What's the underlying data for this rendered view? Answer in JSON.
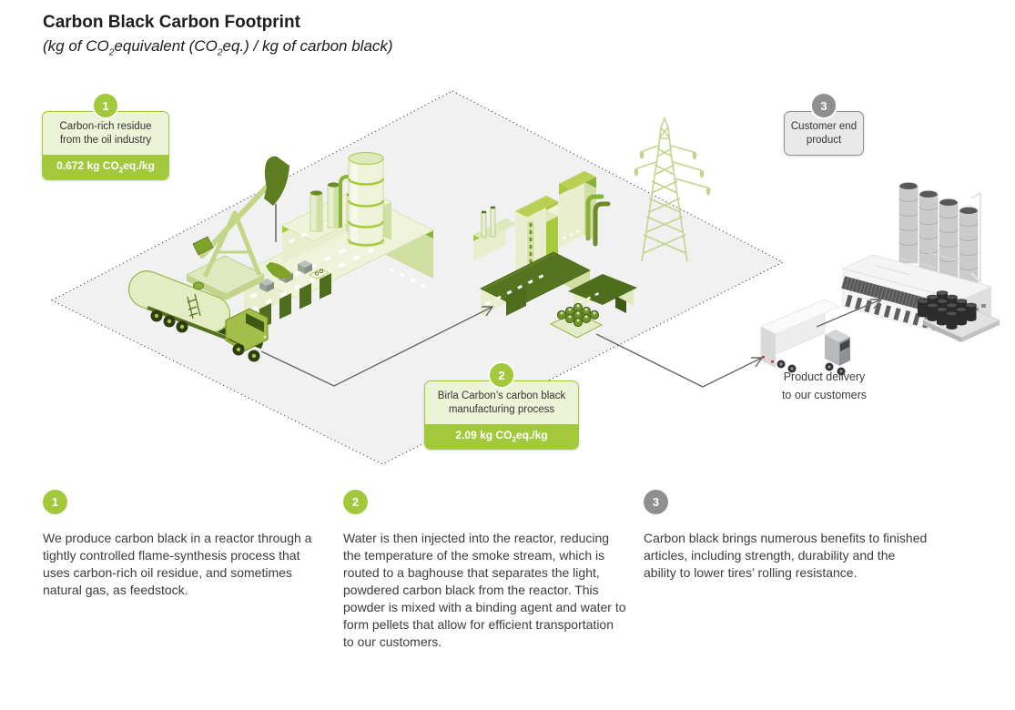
{
  "header": {
    "title": "Carbon Black Carbon Footprint",
    "subtitle": {
      "p1": "(kg of CO",
      "s1": "2",
      "p2": "equivalent (CO",
      "s2": "2",
      "p3": "eq.) / kg of carbon black)"
    }
  },
  "callouts": [
    {
      "number": "1",
      "label": "Carbon-rich residue from the oil industry",
      "value": {
        "p1": "0.672 kg CO",
        "sub": "2",
        "p2": "eq./kg"
      }
    },
    {
      "number": "2",
      "label": "Birla Carbon’s carbon black manufacturing process",
      "value": {
        "p1": "2.09 kg CO",
        "sub": "2",
        "p2": "eq./kg"
      }
    },
    {
      "number": "3",
      "label": "Customer end product"
    }
  ],
  "delivery_caption": {
    "line1": "Product delivery",
    "line2": "to our customers"
  },
  "steps": [
    {
      "number": "1",
      "text": "We produce carbon black in a reactor through a tightly controlled flame-synthesis process that uses carbon-rich oil residue, and sometimes natural gas, as feedstock."
    },
    {
      "number": "2",
      "text": "Water is then injected into the reactor, reducing the temperature of the smoke stream, which is routed to a baghouse that separates the light, powdered carbon black from the reactor. This powder is mixed with a binding agent and water to form pellets that allow for efficient transportation to our customers."
    },
    {
      "number": "3",
      "text": "Carbon black brings numerous benefits to finished articles, including strength, durability and the ability to lower tires’ rolling resistance."
    }
  ],
  "colors": {
    "green": "#a2c83c",
    "green_dark": "#55741f",
    "green_pale": "#e9efce",
    "gray": "#8f8f8f",
    "gray_light": "#e9e9e9",
    "platform": "#f1f1f1",
    "arrow": "#666666"
  },
  "illustration": {
    "parts": [
      "platform",
      "oil-pump-jack",
      "oil-refinery",
      "tanker-truck",
      "carbon-black-plant",
      "pellet-pallet",
      "power-pylon",
      "delivery-truck",
      "customer-factory",
      "storage-silos",
      "drum-pallet",
      "flow-arrows"
    ]
  }
}
